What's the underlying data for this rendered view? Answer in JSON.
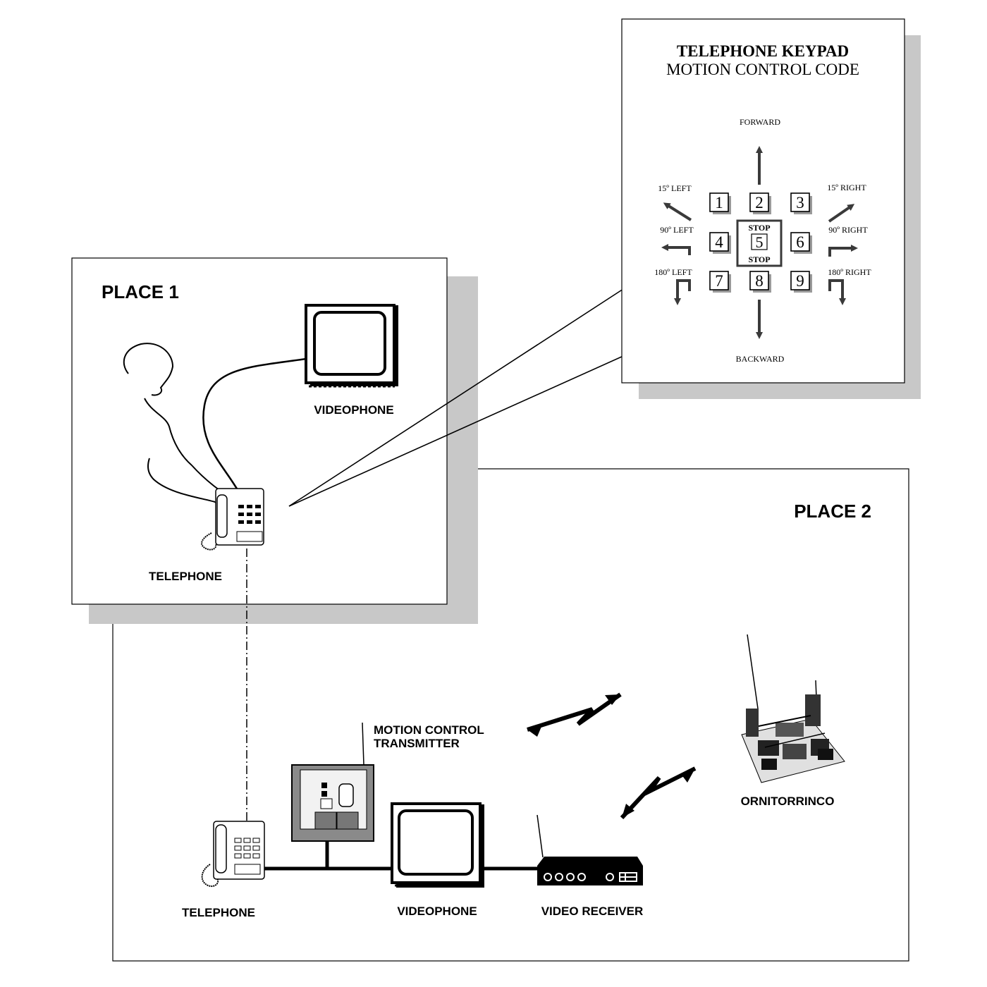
{
  "place1": {
    "title": "PLACE 1",
    "videophone_label": "VIDEOPHONE",
    "telephone_label": "TELEPHONE"
  },
  "place2": {
    "title": "PLACE 2",
    "transmitter_label_line1": "MOTION CONTROL",
    "transmitter_label_line2": "TRANSMITTER",
    "telephone_label": "TELEPHONE",
    "videophone_label": "VIDEOPHONE",
    "receiver_label": "VIDEO RECEIVER",
    "robot_label": "ORNITORRINCO"
  },
  "keypad": {
    "title": "TELEPHONE KEYPAD",
    "subtitle": "MOTION CONTROL CODE",
    "forward": "FORWARD",
    "backward": "BACKWARD",
    "left15": "15º LEFT",
    "right15": "15º RIGHT",
    "left90": "90º LEFT",
    "right90": "90º RIGHT",
    "left180": "180º LEFT",
    "right180": "180º RIGHT",
    "stop": "STOP",
    "keys": [
      "1",
      "2",
      "3",
      "4",
      "5",
      "6",
      "7",
      "8",
      "9"
    ]
  },
  "colors": {
    "shadow": "#c8c8c8",
    "ink": "#000000",
    "arrow": "#3a3a3a",
    "paper": "#ffffff"
  }
}
